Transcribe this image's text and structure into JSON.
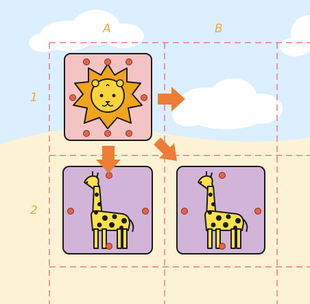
{
  "grid": {
    "columns": [
      "A",
      "B"
    ],
    "rows": [
      "1",
      "2"
    ]
  },
  "cards": [
    {
      "cell": "A1",
      "animal": "lion",
      "icon": "lion-icon",
      "color": "#f4c4c4"
    },
    {
      "cell": "A2",
      "animal": "giraffe",
      "icon": "giraffe-icon",
      "color": "#d3b4d9"
    },
    {
      "cell": "B2",
      "animal": "giraffe",
      "icon": "giraffe-icon",
      "color": "#d3b4d9"
    }
  ],
  "arrows": [
    {
      "from": "A1",
      "to": "B1",
      "direction": "right"
    },
    {
      "from": "A1",
      "to": "A2",
      "direction": "down"
    },
    {
      "from": "A1",
      "to": "B2",
      "direction": "diagonal-down-right"
    }
  ],
  "colors": {
    "arrow": "#ee7d35",
    "grid_line": "#e87a8a",
    "label": "#f5a53a",
    "sky": "#dcefff",
    "sand": "#fdf3d4",
    "dot": "#e2654a"
  }
}
